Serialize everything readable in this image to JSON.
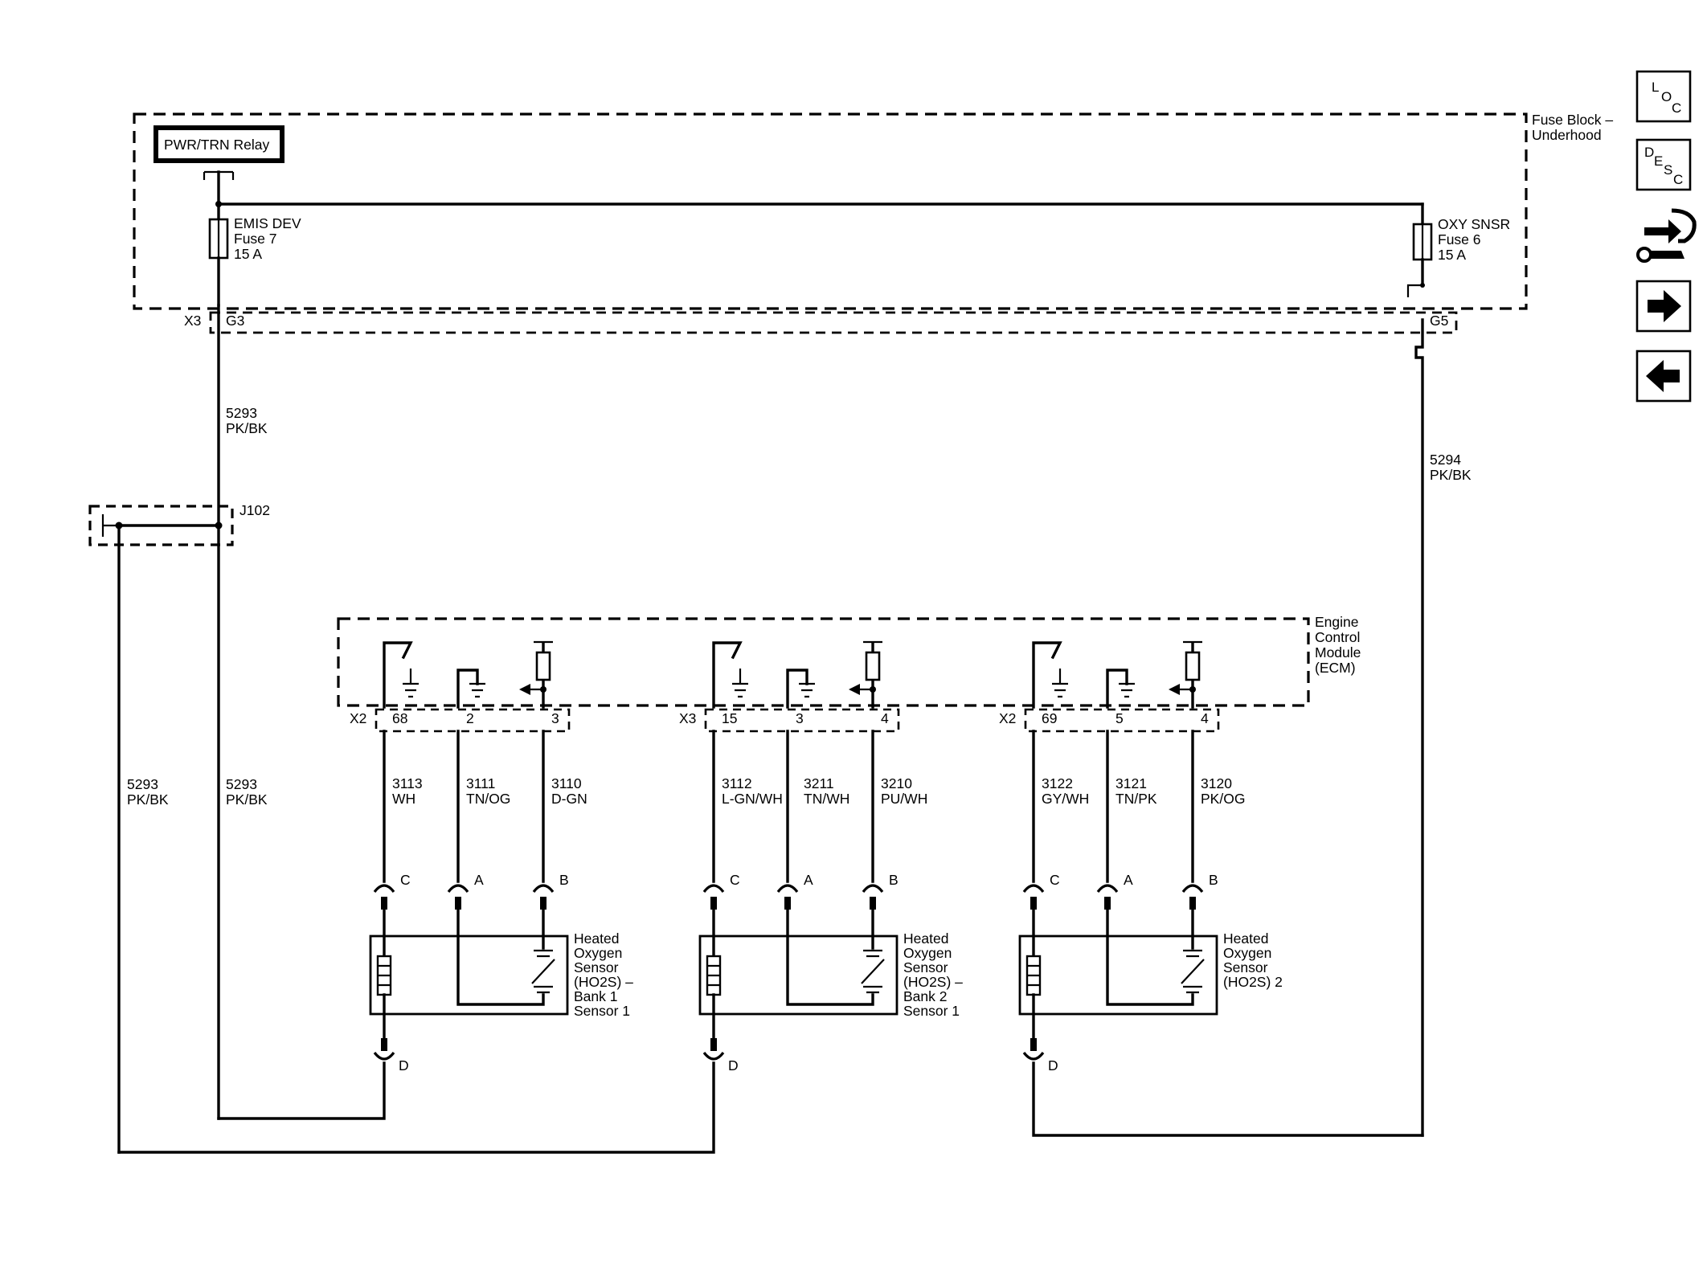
{
  "nav": {
    "loc": {
      "a": "L",
      "b": "O",
      "c": "C"
    },
    "desc": {
      "a": "D",
      "b": "E",
      "c": "S",
      "d": "C"
    }
  },
  "fuse_block": {
    "line1": "Fuse Block –",
    "line2": "Underhood"
  },
  "relay": {
    "label": "PWR/TRN Relay"
  },
  "fuse7": {
    "line1": "EMIS DEV",
    "line2": "Fuse 7",
    "line3": "15 A"
  },
  "fuse6": {
    "line1": "OXY SNSR",
    "line2": "Fuse 6",
    "line3": "15 A"
  },
  "fb_connector": {
    "name": "X3",
    "pin_left": "G3",
    "pin_right": "G5"
  },
  "wires": {
    "w5293_top": {
      "circuit": "5293",
      "color": "PK/BK"
    },
    "w5294": {
      "circuit": "5294",
      "color": "PK/BK"
    },
    "w5293_left": {
      "circuit": "5293",
      "color": "PK/BK"
    },
    "w5293_mid": {
      "circuit": "5293",
      "color": "PK/BK"
    }
  },
  "splice": {
    "label": "J102"
  },
  "ecm": {
    "line1": "Engine",
    "line2": "Control",
    "line3": "Module",
    "line4": "(ECM)"
  },
  "sensors": [
    {
      "connector": "X2",
      "pins": [
        "68",
        "2",
        "3"
      ],
      "wires": [
        {
          "circuit": "3113",
          "color": "WH"
        },
        {
          "circuit": "3111",
          "color": "TN/OG"
        },
        {
          "circuit": "3110",
          "color": "D-GN"
        }
      ],
      "terminals": [
        "C",
        "A",
        "B"
      ],
      "ground_terminal": "D",
      "label": [
        "Heated",
        "Oxygen",
        "Sensor",
        "(HO2S)  –",
        "Bank 1",
        "Sensor 1"
      ]
    },
    {
      "connector": "X3",
      "pins": [
        "15",
        "3",
        "4"
      ],
      "wires": [
        {
          "circuit": "3112",
          "color": "L-GN/WH"
        },
        {
          "circuit": "3211",
          "color": "TN/WH"
        },
        {
          "circuit": "3210",
          "color": "PU/WH"
        }
      ],
      "terminals": [
        "C",
        "A",
        "B"
      ],
      "ground_terminal": "D",
      "label": [
        "Heated",
        "Oxygen",
        "Sensor",
        "(HO2S)  –",
        "Bank 2",
        "Sensor 1"
      ]
    },
    {
      "connector": "X2",
      "pins": [
        "69",
        "5",
        "4"
      ],
      "wires": [
        {
          "circuit": "3122",
          "color": "GY/WH"
        },
        {
          "circuit": "3121",
          "color": "TN/PK"
        },
        {
          "circuit": "3120",
          "color": "PK/OG"
        }
      ],
      "terminals": [
        "C",
        "A",
        "B"
      ],
      "ground_terminal": "D",
      "label": [
        "Heated",
        "Oxygen",
        "Sensor",
        "(HO2S) 2"
      ]
    }
  ]
}
